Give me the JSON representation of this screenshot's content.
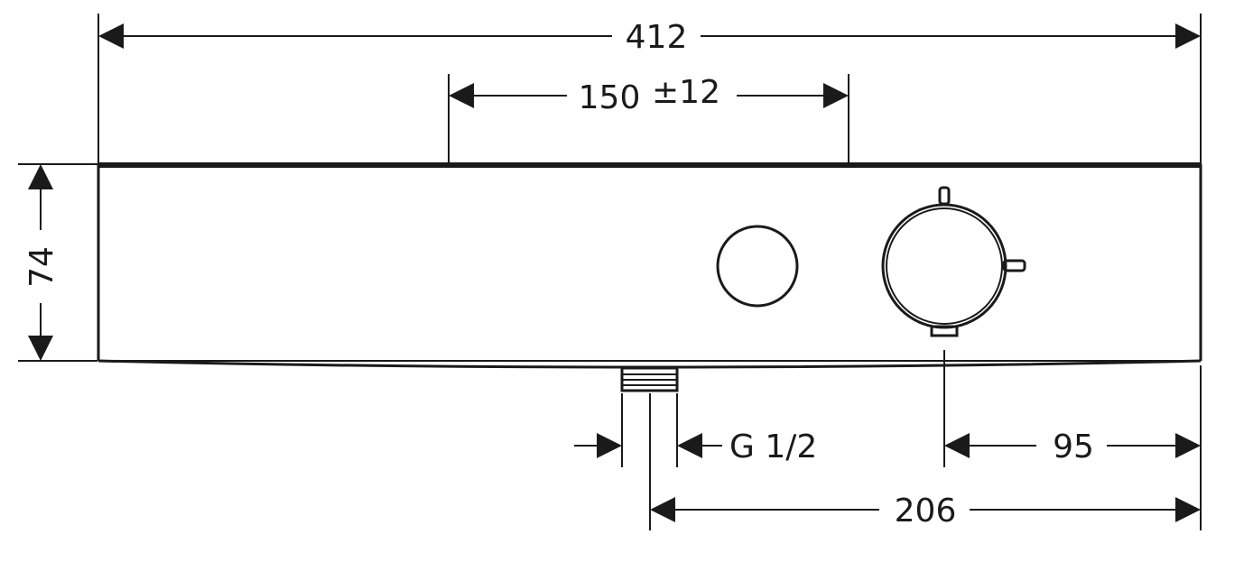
{
  "dimensions": {
    "overall_width": "412",
    "spacing": "150",
    "tolerance": "±12",
    "height": "74",
    "thread": "G 1/2",
    "knob_to_edge": "95",
    "outlet_to_edge": "206"
  }
}
